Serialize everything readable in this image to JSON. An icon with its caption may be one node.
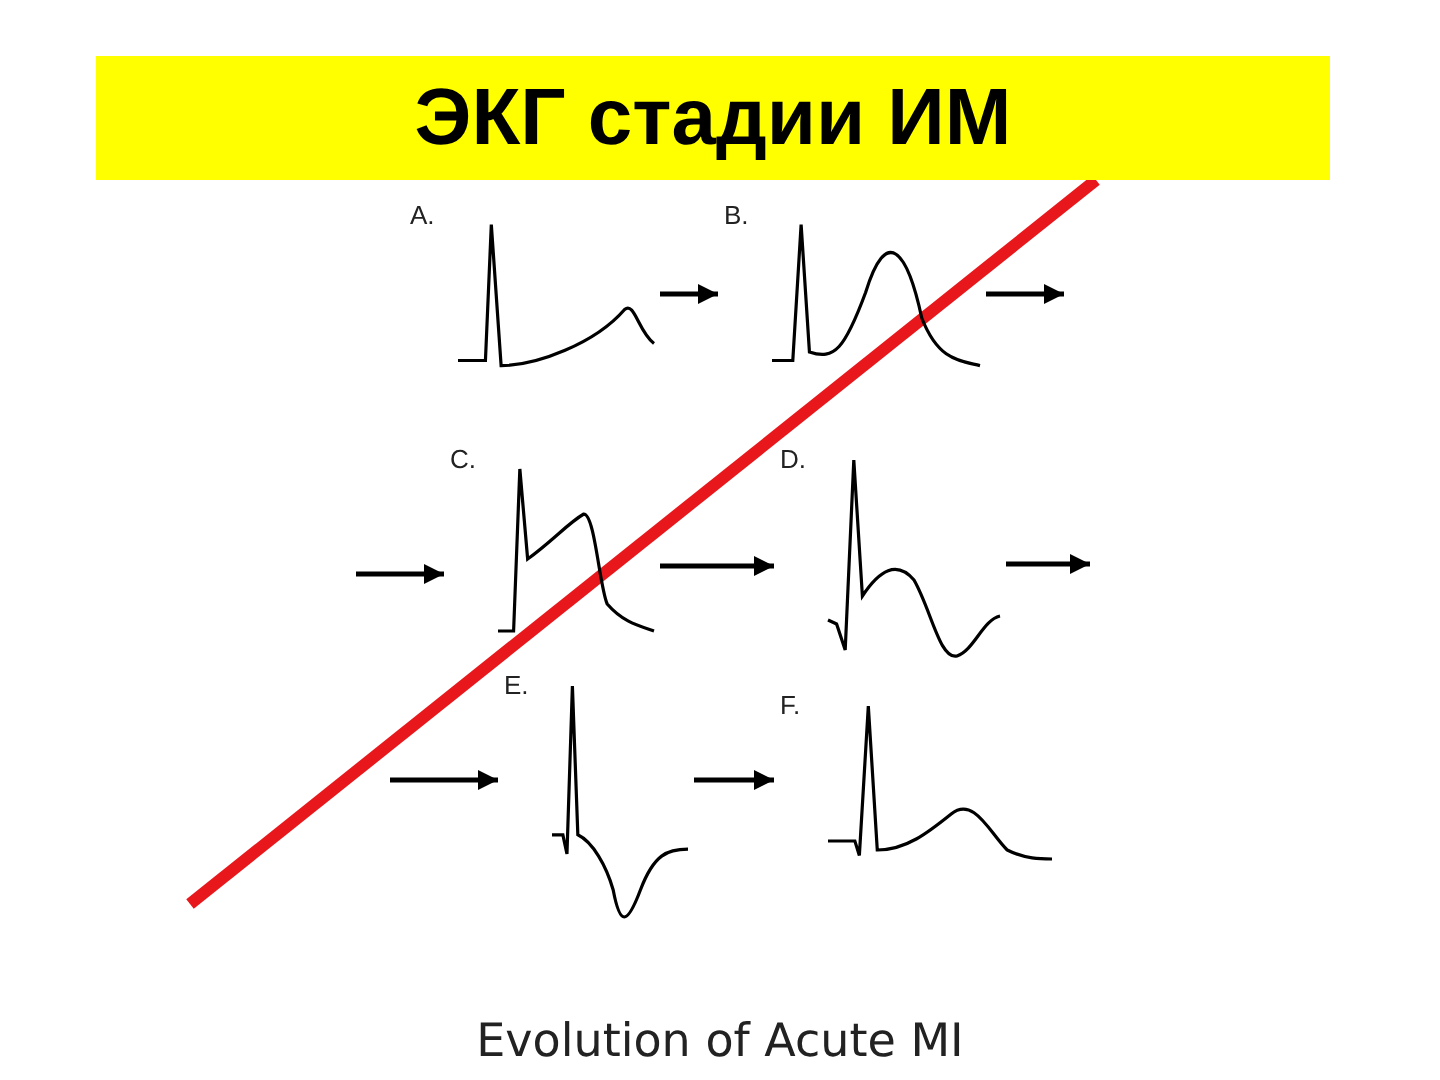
{
  "diagram": {
    "title": "ЭКГ стадии ИМ",
    "caption": "Evolution of Acute MI",
    "nodes": [
      {
        "text": [
          "A."
        ]
      },
      {
        "text": [
          "B."
        ]
      },
      {
        "text": [
          "C."
        ]
      },
      {
        "text": [
          "D."
        ]
      },
      {
        "text": [
          "E."
        ]
      },
      {
        "text": [
          "F."
        ]
      }
    ],
    "edges": [
      {
        "from": 0,
        "to": 1,
        "arrow": "to"
      },
      {
        "from": 1,
        "to": null,
        "arrow": "to"
      },
      {
        "from": null,
        "to": 2,
        "arrow": "to"
      },
      {
        "from": 2,
        "to": 3,
        "arrow": "to"
      },
      {
        "from": 3,
        "to": null,
        "arrow": "to"
      },
      {
        "from": null,
        "to": 4,
        "arrow": "to"
      },
      {
        "from": 4,
        "to": 5,
        "arrow": "to"
      }
    ]
  }
}
